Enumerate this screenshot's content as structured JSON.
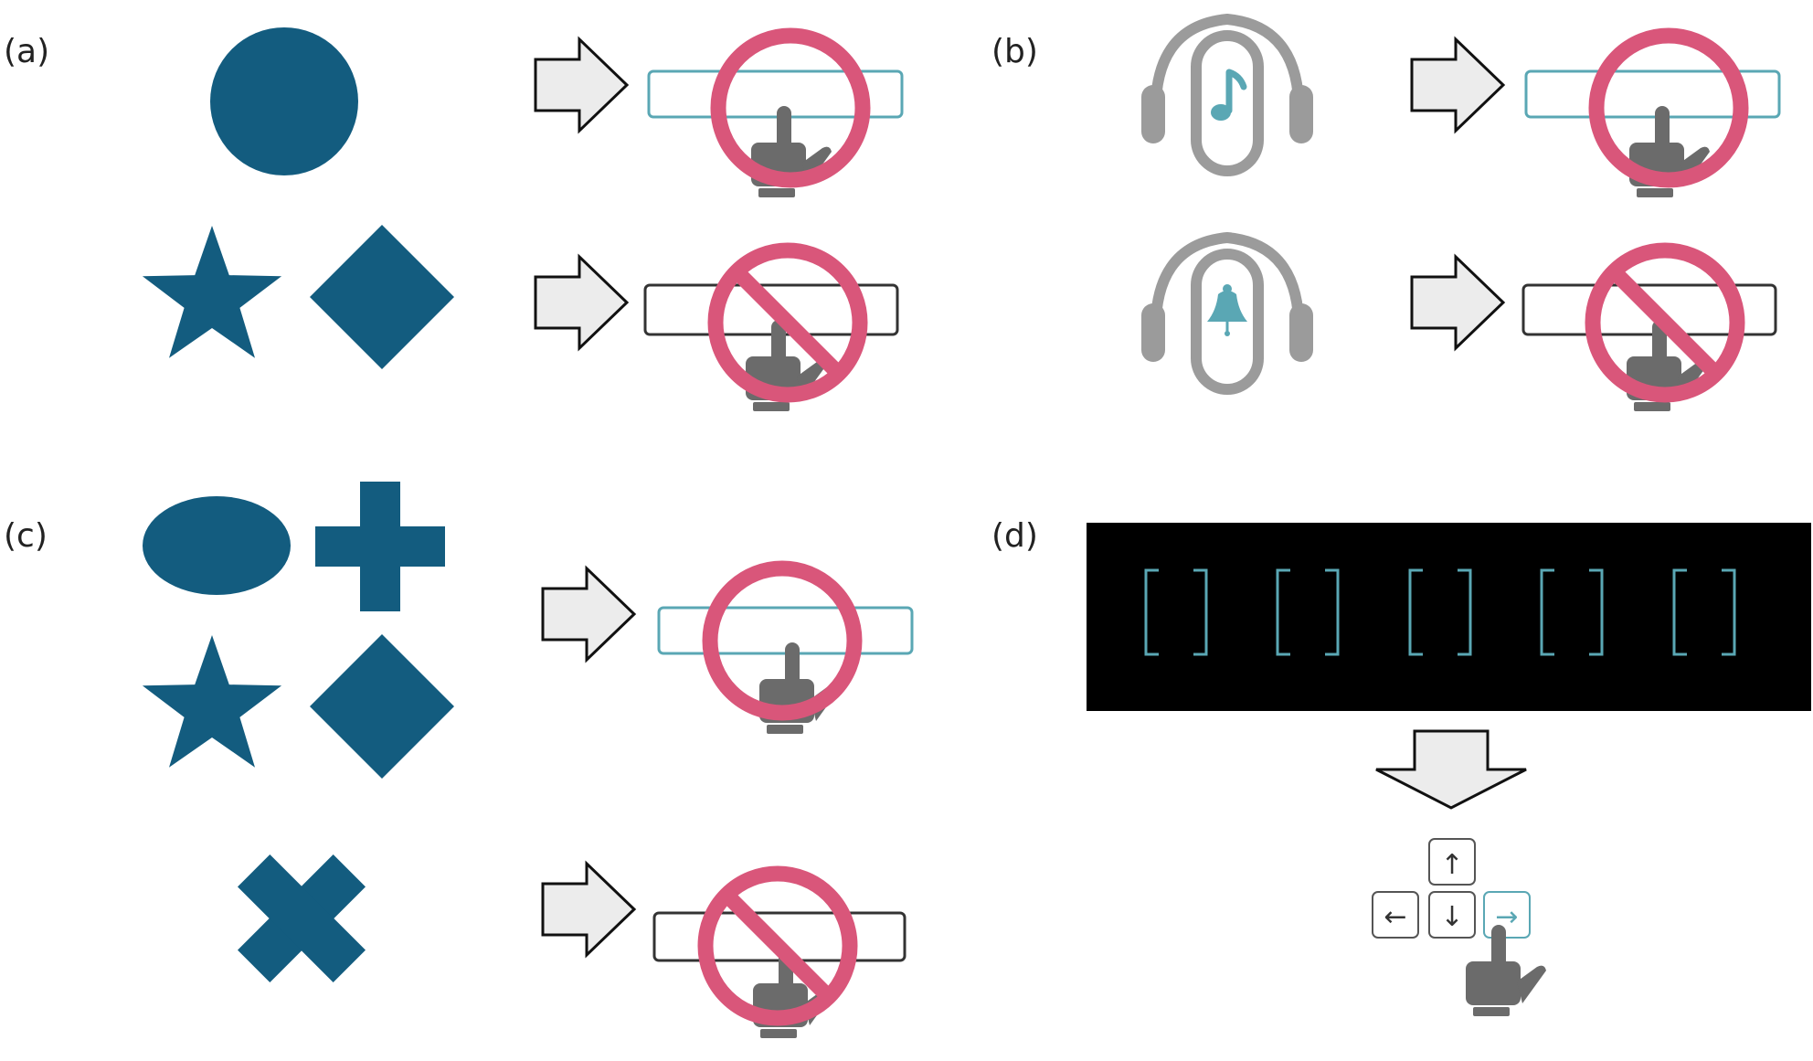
{
  "panels": [
    {
      "id": "a",
      "label": "(a)"
    },
    {
      "id": "b",
      "label": "(b)"
    },
    {
      "id": "c",
      "label": "(c)"
    },
    {
      "id": "d",
      "label": "(d)"
    }
  ],
  "arrow_keys": {
    "up": "↑",
    "left": "←",
    "down": "↓",
    "right": "→"
  },
  "colors": {
    "shape_blue": "#135c7f",
    "target_teal": "#5aa7b4",
    "no_symbol_pink": "#d9567a",
    "hand_gray": "#6b6b6b",
    "headphone_gray": "#9b9b9b",
    "arrow_fill": "#ececec",
    "black_bar": "#000000"
  }
}
